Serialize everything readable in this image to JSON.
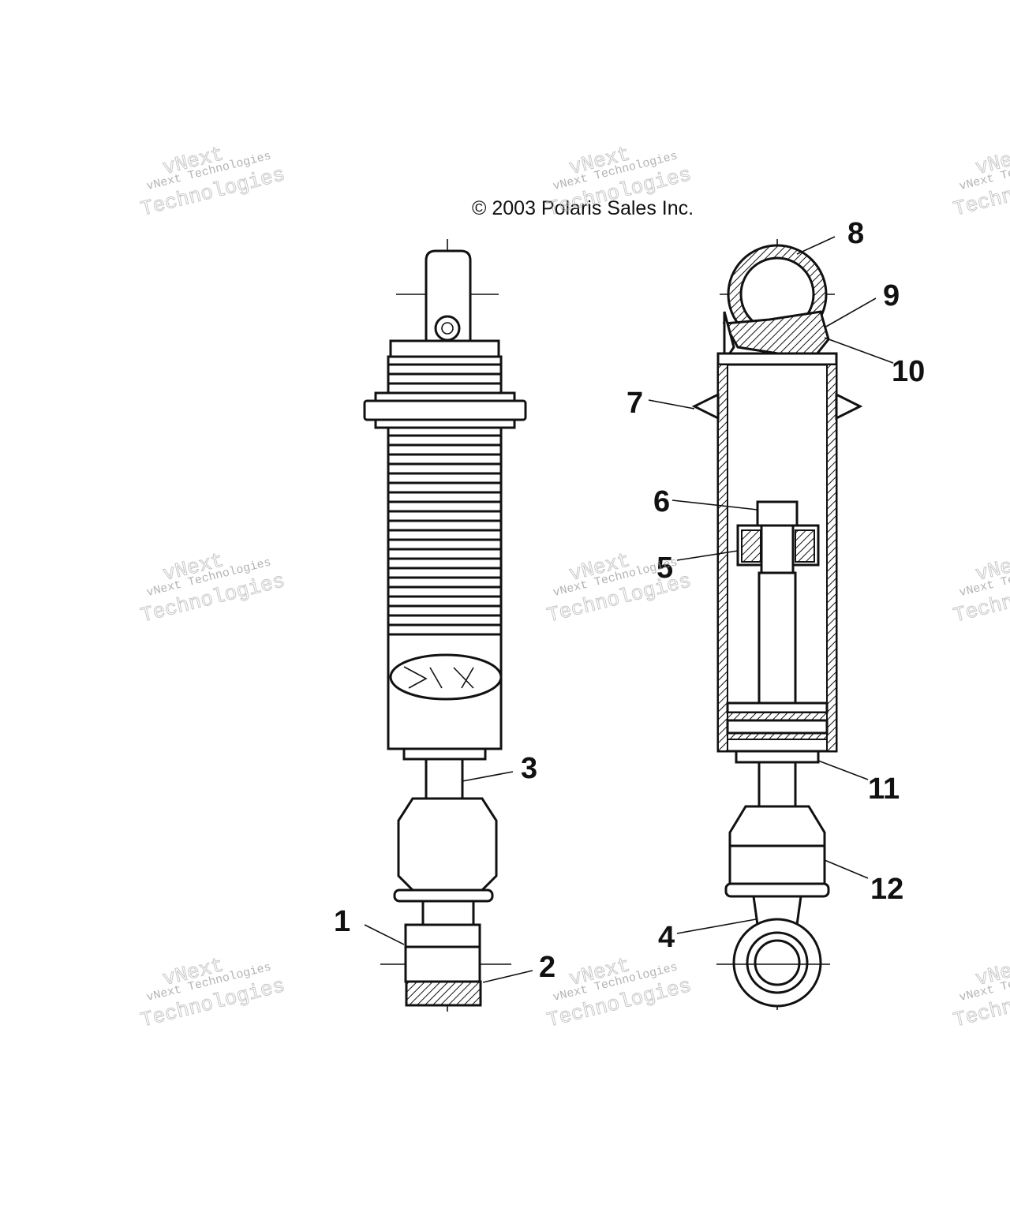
{
  "copyright": "© 2003 Polaris Sales Inc.",
  "watermark": {
    "line1": "vNext",
    "line2": "vNext Technologies",
    "line3": "Technologies"
  },
  "callouts": {
    "c1": "1",
    "c2": "2",
    "c3": "3",
    "c4": "4",
    "c5": "5",
    "c6": "6",
    "c7": "7",
    "c8": "8",
    "c9": "9",
    "c10": "10",
    "c11": "11",
    "c12": "12"
  },
  "colors": {
    "ink": "#111111",
    "watermark": "#9a9a9a",
    "background": "#ffffff"
  }
}
